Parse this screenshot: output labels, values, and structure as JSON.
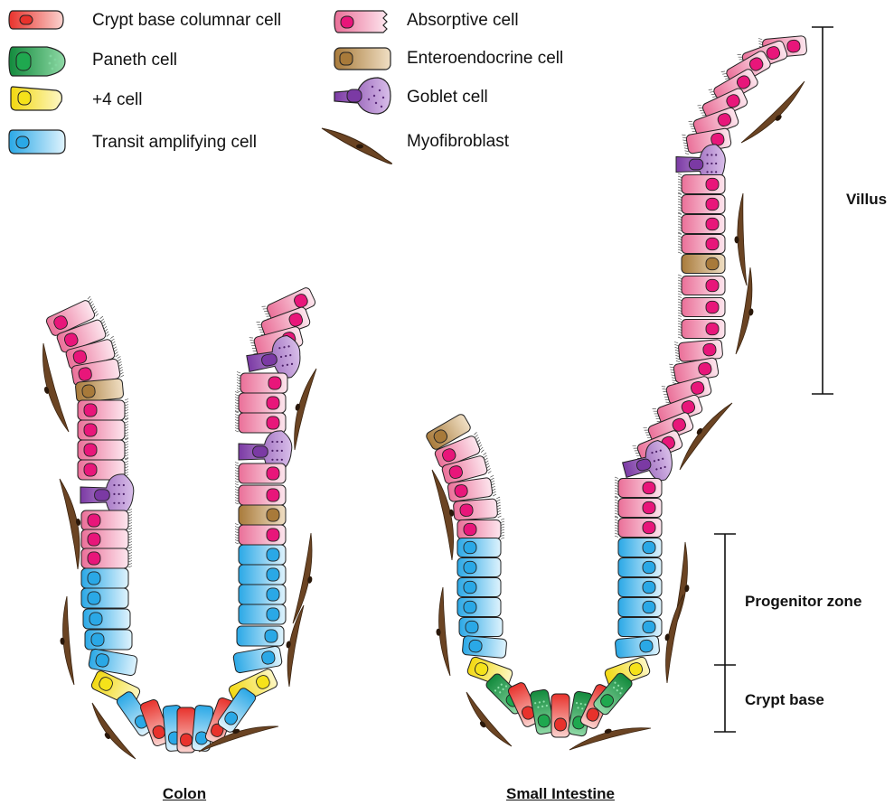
{
  "legend": {
    "items": [
      {
        "label": "Crypt base columnar cell",
        "icon": "crypt-base-columnar-cell-icon",
        "color": "#e8322c"
      },
      {
        "label": "Paneth cell",
        "icon": "paneth-cell-icon",
        "color": "#1fa84f"
      },
      {
        "label": "+4 cell",
        "icon": "plus4-cell-icon",
        "color": "#f5e21a"
      },
      {
        "label": "Transit amplifying cell",
        "icon": "transit-amplifying-cell-icon",
        "color": "#2aa8e6"
      },
      {
        "label": "Absorptive cell",
        "icon": "absorptive-cell-icon",
        "color": "#ea6f98"
      },
      {
        "label": "Enteroendocrine cell",
        "icon": "enteroendocrine-cell-icon",
        "color": "#a87a3a"
      },
      {
        "label": "Goblet cell",
        "icon": "goblet-cell-icon",
        "color": "#7b3aa4"
      },
      {
        "label": "Myofibroblast",
        "icon": "myofibroblast-icon",
        "color": "#6b4423"
      }
    ]
  },
  "zones": {
    "villus": "Villus",
    "progenitor": "Progenitor zone",
    "crypt_base": "Crypt base"
  },
  "titles": {
    "colon": "Colon",
    "small_intestine": "Small Intestine"
  },
  "colors": {
    "absorptive": "#ea6f98",
    "absorptive_light": "#fbdbe6",
    "nucleus_pink": "#e8167a",
    "transit": "#2aa8e6",
    "transit_light": "#d5f0fc",
    "paneth": "#1fa84f",
    "crypt_base_columnar": "#e8322c",
    "plus4": "#f5e21a",
    "enteroendocrine": "#a87a3a",
    "goblet": "#7b3aa4",
    "myofibroblast": "#6b4423"
  }
}
